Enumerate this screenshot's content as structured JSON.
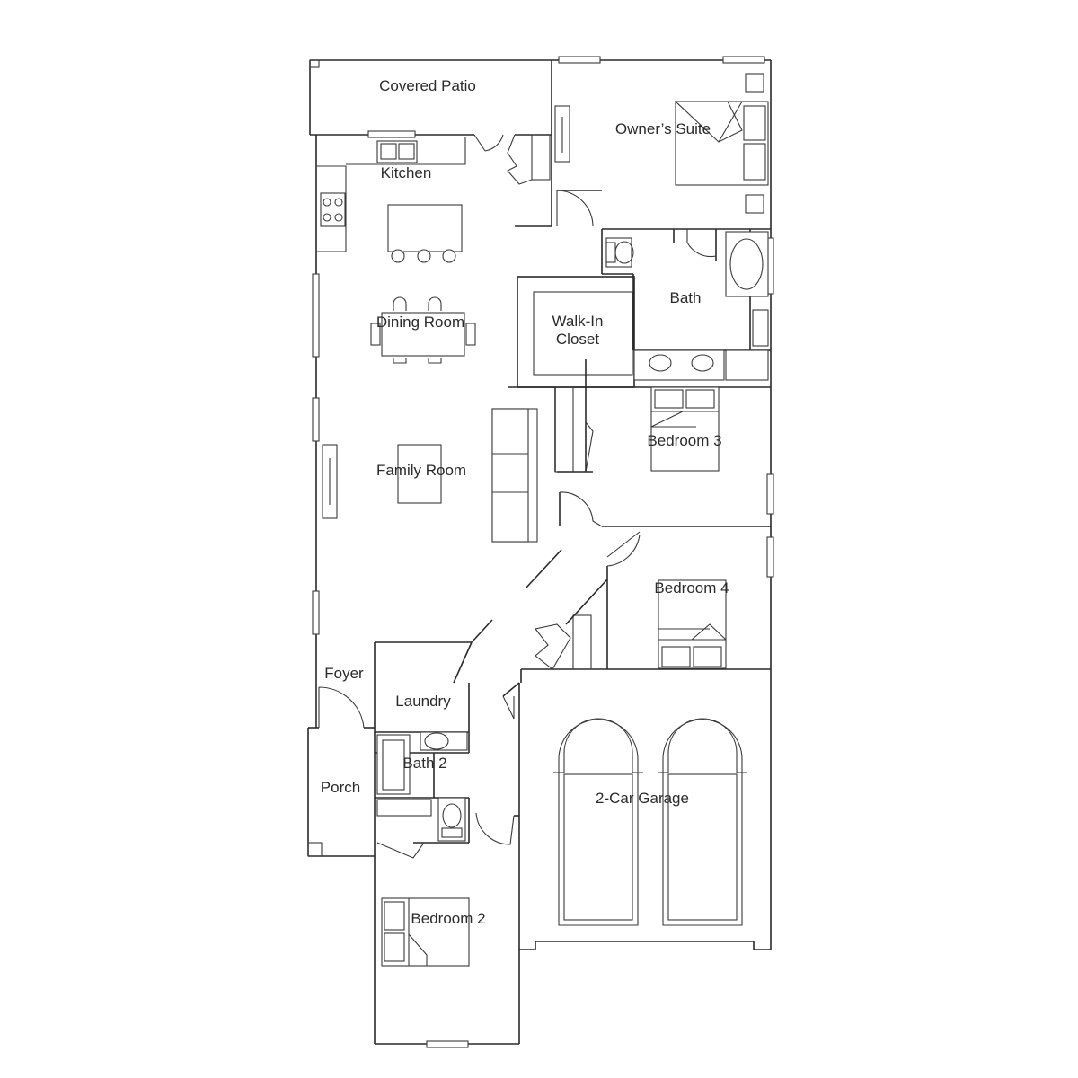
{
  "rooms": {
    "covered_patio": "Covered Patio",
    "owners_suite": "Owner’s Suite",
    "kitchen": "Kitchen",
    "bath": "Bath",
    "walk_in_closet_1": "Walk-In",
    "walk_in_closet_2": "Closet",
    "dining_room": "Dining Room",
    "family_room": "Family Room",
    "bedroom_3": "Bedroom 3",
    "bedroom_4": "Bedroom 4",
    "foyer": "Foyer",
    "laundry": "Laundry",
    "bath_2": "Bath 2",
    "porch": "Porch",
    "garage": "2-Car Garage",
    "bedroom_2": "Bedroom 2"
  }
}
